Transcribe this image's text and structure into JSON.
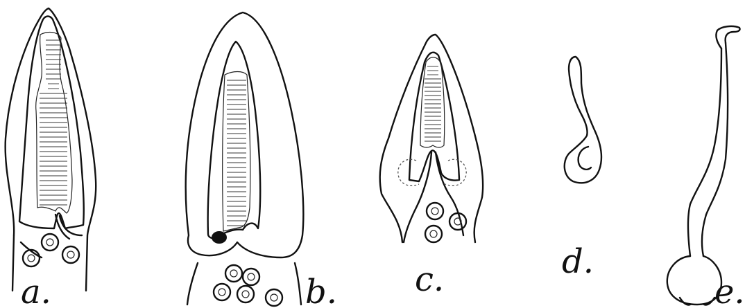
{
  "figures": [
    {
      "id": "a",
      "label": "a."
    },
    {
      "id": "b",
      "label": "b."
    },
    {
      "id": "c",
      "label": "c."
    },
    {
      "id": "d",
      "label": "d."
    },
    {
      "id": "e",
      "label": "e."
    }
  ],
  "colors": {
    "ink": "#111111",
    "background": "#ffffff"
  }
}
